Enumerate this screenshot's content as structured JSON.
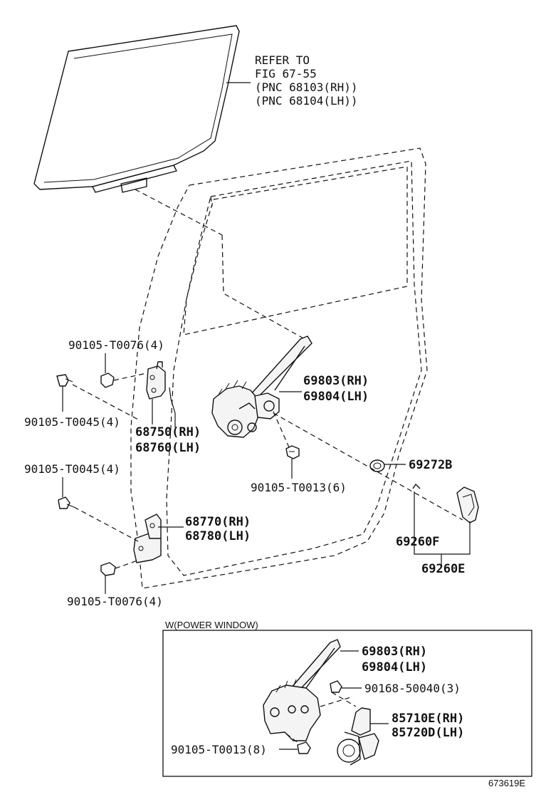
{
  "callouts": {
    "glass_ref_line1": "REFER TO",
    "glass_ref_line2": "FIG 67-55",
    "glass_ref_line3": "(PNC 68103(RH))",
    "glass_ref_line4": "(PNC 68104(LH))",
    "bolt_t0076_upper": "90105-T0076(4)",
    "bolt_t0045_upper": "90105-T0045(4)",
    "hinge_upper_rh": "68750(RH)",
    "hinge_upper_lh": "68760(LH)",
    "bolt_t0045_lower": "90105-T0045(4)",
    "hinge_lower_rh": "68770(RH)",
    "hinge_lower_lh": "68780(LH)",
    "bolt_t0076_lower": "90105-T0076(4)",
    "regulator_rh": "69803(RH)",
    "regulator_lh": "69804(LH)",
    "bolt_t0013": "90105-T0013(6)",
    "grommet": "69272B",
    "handle_sub": "69260F",
    "handle_assy": "69260E"
  },
  "power_window": {
    "title": "W(POWER WINDOW)",
    "regulator_rh": "69803(RH)",
    "regulator_lh": "69804(LH)",
    "screw": "90168-50040(3)",
    "motor_rh": "85710E(RH)",
    "motor_lh": "85720D(LH)",
    "bolt_t0013": "90105-T0013(8)"
  },
  "figure_id": "673619E"
}
